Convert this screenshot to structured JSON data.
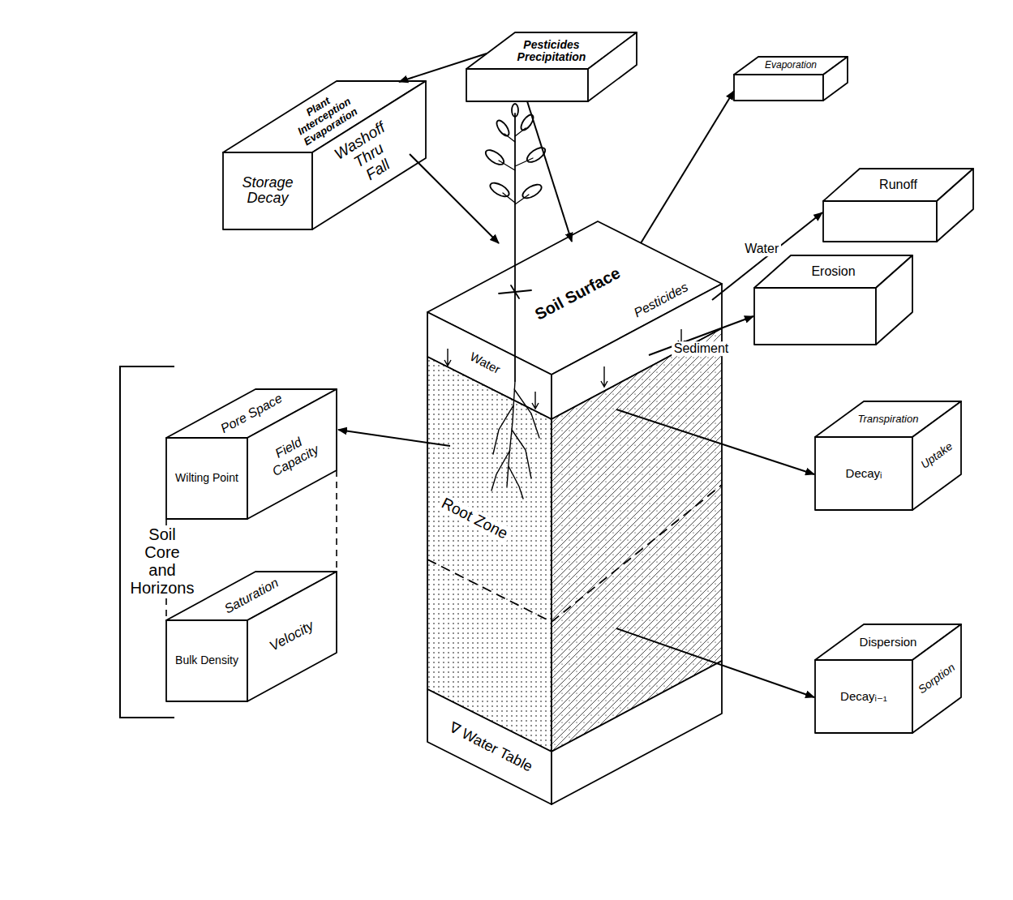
{
  "diagram": {
    "nodes": [
      {
        "text": [
          "Pesticides Precipitation"
        ]
      },
      {
        "text": [
          "Plant Interception Evaporation",
          "Storage Decay",
          "Washoff Thru Fall"
        ]
      },
      {
        "text": [
          "Evaporation"
        ]
      },
      {
        "text": [
          "Soil Surface",
          "Pesticides",
          "Water",
          "Root Zone",
          "∇ Water Table"
        ]
      },
      {
        "text": [
          "Runoff"
        ]
      },
      {
        "text": [
          "Erosion"
        ]
      },
      {
        "text": [
          "Transpiration",
          "Decayᵢ",
          "Uptake"
        ]
      },
      {
        "text": [
          "Dispersion",
          "Decayᵢ₋₁",
          "Sorption"
        ]
      },
      {
        "text": [
          "Pore Space",
          "Wilting Point",
          "Field Capacity"
        ]
      },
      {
        "text": [
          "Saturation",
          "Bulk Density",
          "Velocity"
        ]
      }
    ],
    "edges": [
      {
        "from": 0,
        "to": 1,
        "arrow": "to"
      },
      {
        "from": 0,
        "to": 3,
        "arrow": "to"
      },
      {
        "from": 1,
        "to": 3,
        "arrow": "to"
      },
      {
        "from": 3,
        "to": 2,
        "arrow": "to"
      },
      {
        "from": 3,
        "to": 4,
        "label": "Water",
        "arrow": "to"
      },
      {
        "from": 3,
        "to": 5,
        "label": "Sediment",
        "arrow": "to"
      },
      {
        "from": 3,
        "to": 6,
        "arrow": "to"
      },
      {
        "from": 3,
        "to": 7,
        "arrow": "to"
      },
      {
        "from": 3,
        "to": 8,
        "arrow": "to"
      }
    ],
    "labels": [
      "Soil Core and Horizons"
    ]
  }
}
